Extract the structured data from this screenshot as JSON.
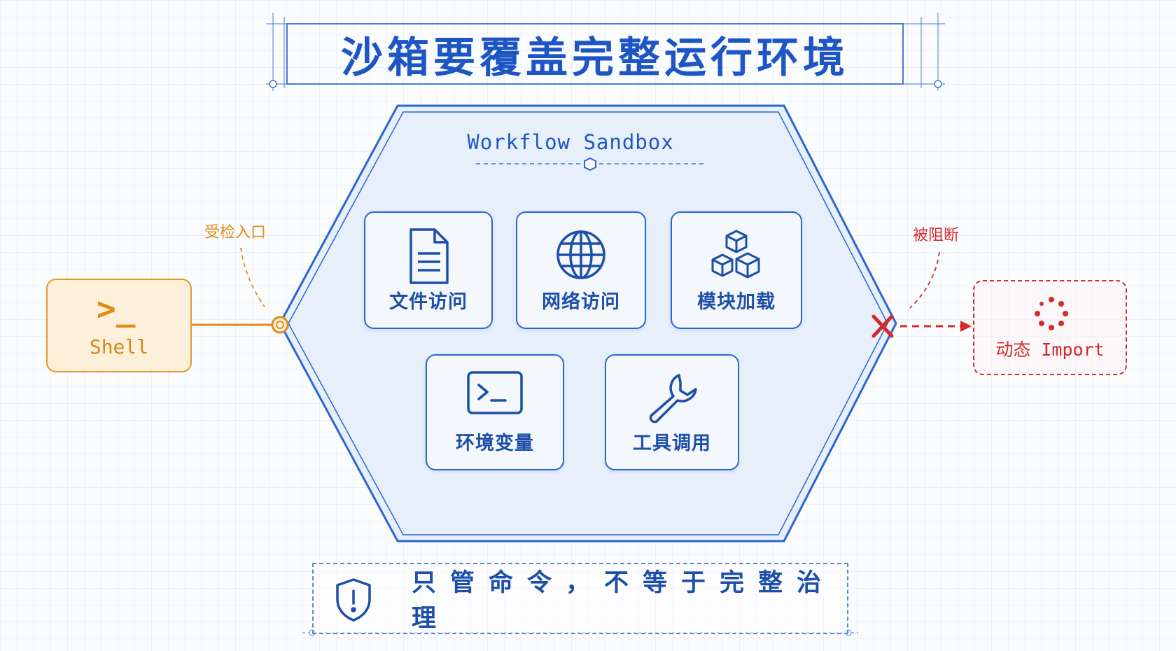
{
  "title": "沙箱要覆盖完整运行环境",
  "sandbox": {
    "title": "Workflow Sandbox",
    "cards": [
      {
        "label": "文件访问",
        "icon": "document-icon"
      },
      {
        "label": "网络访问",
        "icon": "globe-icon"
      },
      {
        "label": "模块加载",
        "icon": "cubes-icon"
      },
      {
        "label": "环境变量",
        "icon": "terminal-icon"
      },
      {
        "label": "工具调用",
        "icon": "wrench-icon"
      }
    ]
  },
  "shell": {
    "glyph": ">_",
    "label": "Shell",
    "annotation": "受检入口"
  },
  "dynamic_import": {
    "label": "动态 Import",
    "annotation": "被阻断"
  },
  "footer": {
    "text": "只管命令，不等于完整治理",
    "icon": "shield-alert-icon"
  },
  "colors": {
    "blue": "#1d56c4",
    "orange": "#e08c1a",
    "red": "#d42a2a",
    "panel": "#e7effb"
  }
}
